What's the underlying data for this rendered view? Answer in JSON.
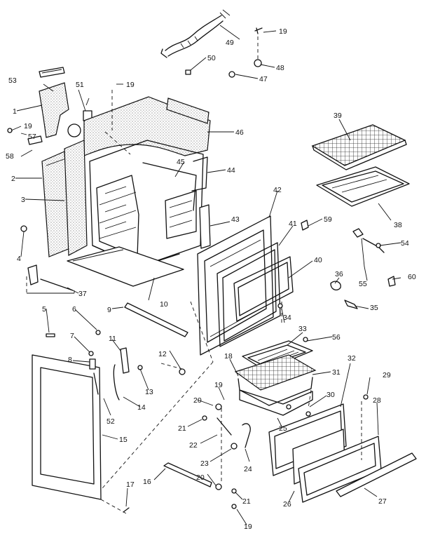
{
  "callouts": {
    "c1": "1",
    "c2": "2",
    "c3": "3",
    "c4": "4",
    "c5": "5",
    "c6": "6",
    "c7": "7",
    "c8": "8",
    "c9": "9",
    "c10": "10",
    "c11": "11",
    "c12": "12",
    "c13": "13",
    "c14": "14",
    "c15": "15",
    "c16": "16",
    "c17": "17",
    "c18": "18",
    "c19a": "19",
    "c19b": "19",
    "c19c": "19",
    "c19d": "19",
    "c19e": "19",
    "c20a": "20",
    "c20b": "20",
    "c21a": "21",
    "c21b": "21",
    "c22": "22",
    "c23": "23",
    "c24": "24",
    "c25": "25",
    "c26": "26",
    "c27": "27",
    "c28": "28",
    "c29": "29",
    "c30": "30",
    "c31": "31",
    "c32": "32",
    "c33": "33",
    "c34": "34",
    "c35": "35",
    "c36": "36",
    "c37": "37",
    "c38": "38",
    "c39": "39",
    "c40": "40",
    "c41": "41",
    "c42": "42",
    "c43": "43",
    "c44": "44",
    "c45": "45",
    "c46": "46",
    "c47": "47",
    "c48": "48",
    "c49": "49",
    "c50": "50",
    "c51": "51",
    "c52": "52",
    "c53": "53",
    "c54": "54",
    "c55": "55",
    "c56": "56",
    "c57": "57",
    "c58": "58",
    "c59": "59",
    "c60": "60"
  }
}
